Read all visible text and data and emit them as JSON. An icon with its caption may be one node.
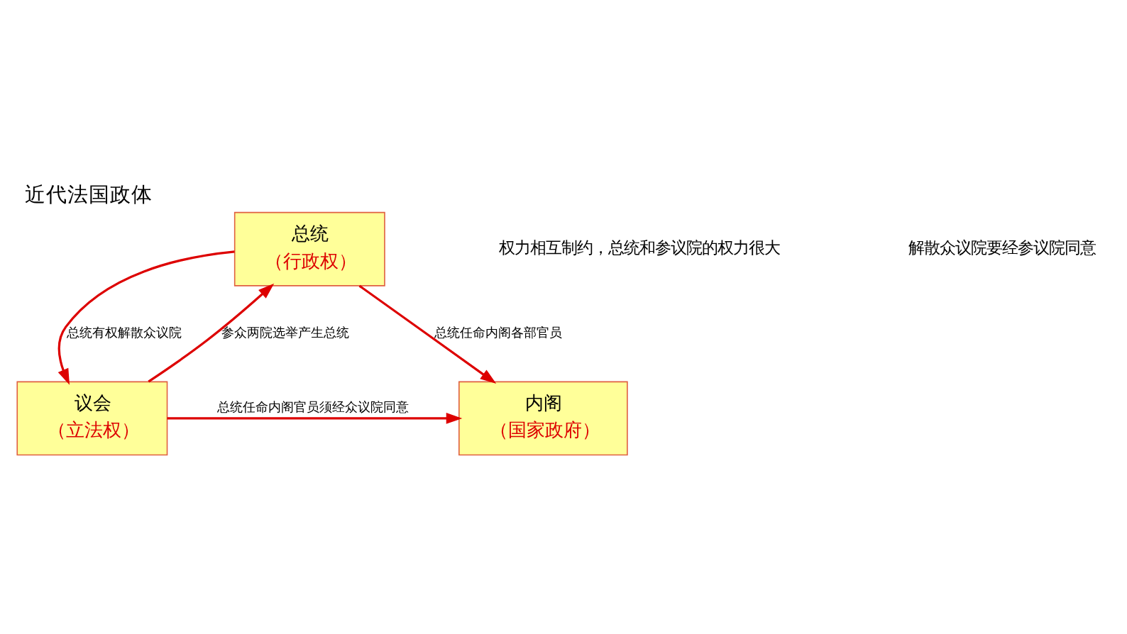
{
  "diagram": {
    "title": "近代法国政体",
    "nodes": [
      {
        "text": [
          "总统",
          "（行政权）"
        ]
      },
      {
        "text": [
          "议会",
          "（立法权）"
        ]
      },
      {
        "text": [
          "内阁",
          "（国家政府）"
        ]
      }
    ],
    "edges": [
      {
        "from": 1,
        "to": 0,
        "arrow": "to",
        "label": "参众两院选举产生总统"
      },
      {
        "from": 0,
        "to": 1,
        "arrow": "to",
        "label": "总统有权解散众议院"
      },
      {
        "from": 0,
        "to": 2,
        "arrow": "to",
        "label": "总统任命内阁各部官员"
      },
      {
        "from": 1,
        "to": 2,
        "arrow": "to",
        "label": "总统任命内阁官员须经众议院同意"
      }
    ],
    "labels": [
      "权力相互制约，总统和参议院的权力很大",
      "解散众议院要经参议院同意"
    ]
  }
}
